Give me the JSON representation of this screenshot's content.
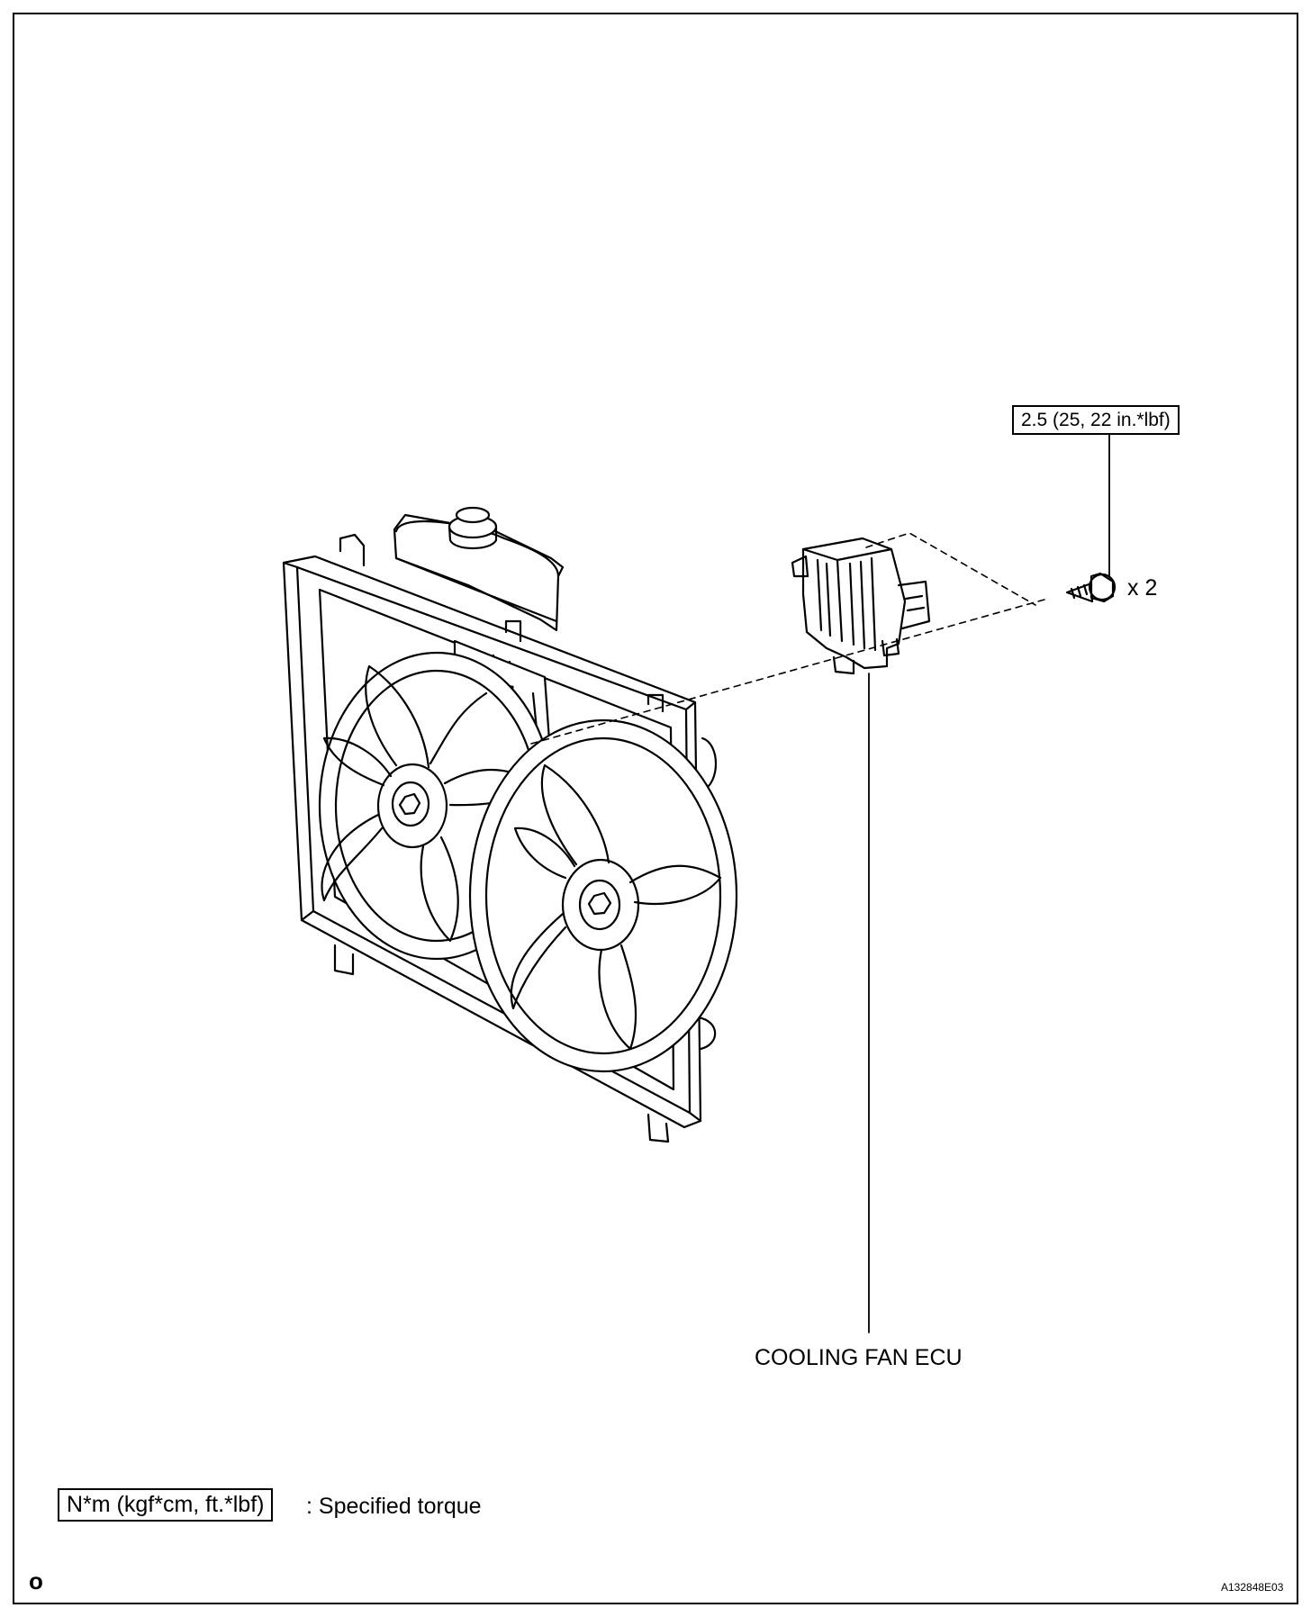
{
  "callouts": {
    "torque_spec": "2.5 (25, 22 in.*lbf)",
    "quantity": "x 2",
    "component": "COOLING FAN ECU"
  },
  "legend": {
    "box": "N*m (kgf*cm, ft.*lbf)",
    "text": ": Specified torque"
  },
  "marks": {
    "corner": "o",
    "figure_id": "A132848E03"
  },
  "icons": [
    "cooling-fan-assembly",
    "reserve-tank",
    "cooling-fan-ecu",
    "bolt"
  ]
}
